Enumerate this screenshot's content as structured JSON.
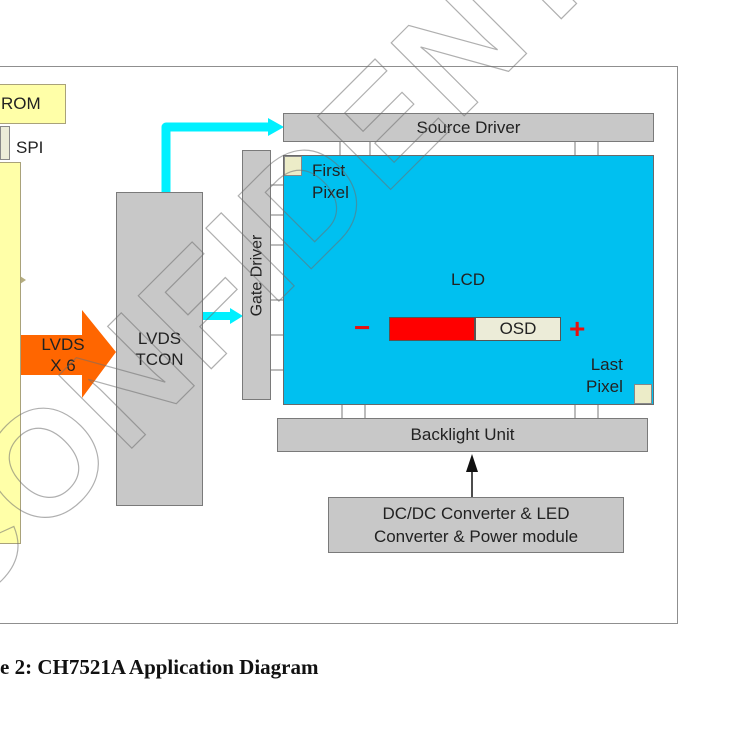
{
  "diagram": {
    "rom_label": "ROM",
    "spi_label": "SPI",
    "lvds_label_line1": "LVDS",
    "lvds_label_line2": "X 6",
    "tcon_label_line1": "LVDS",
    "tcon_label_line2": "TCON",
    "gate_driver_label": "Gate Driver",
    "source_driver_label": "Source Driver",
    "first_pixel_line1": "First",
    "first_pixel_line2": "Pixel",
    "lcd_label": "LCD",
    "osd_label": "OSD",
    "minus_sign": "−",
    "plus_sign": "+",
    "last_pixel_line1": "Last",
    "last_pixel_line2": "Pixel",
    "backlight_label": "Backlight Unit",
    "dcdc_line1": "DC/DC Converter & LED",
    "dcdc_line2": "Converter & Power module",
    "caption": "e 2: CH7521A Application Diagram"
  },
  "colors": {
    "lcd_fill": "#00c0f0",
    "arrow_cyan": "#00f0ff",
    "lvds_arrow": "#ff6600",
    "osd_bar_red": "#ff0000",
    "yellow_block": "#ffffa8",
    "block_gray": "#c8c8c8"
  },
  "watermark": {
    "text": "CONFIDENTIAL",
    "style": "outlined-diagonal"
  }
}
